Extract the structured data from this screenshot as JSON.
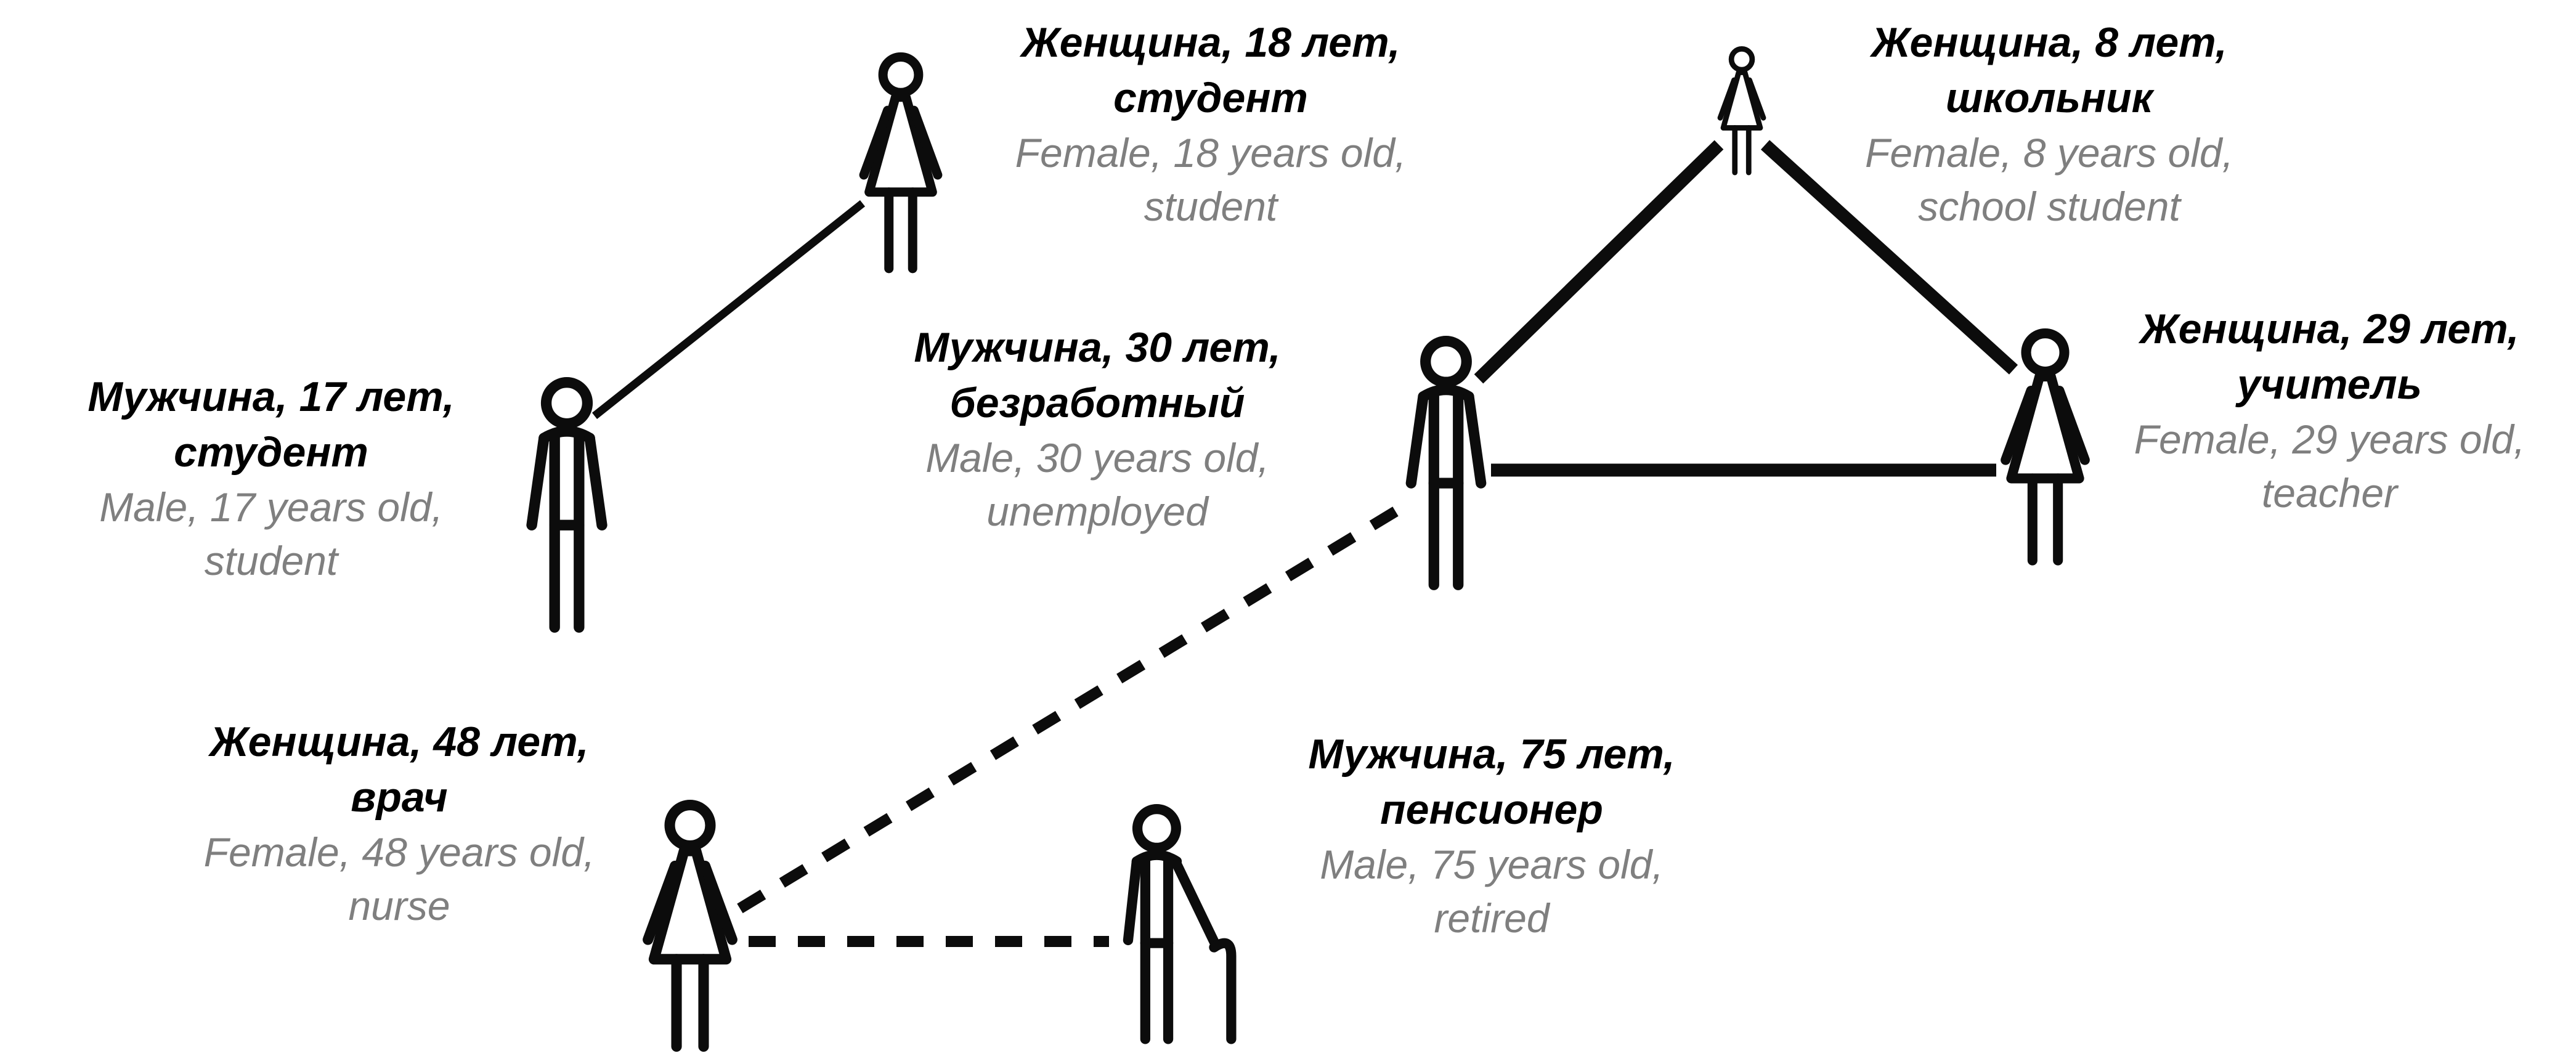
{
  "people": [
    {
      "id": "female-18",
      "ru1": "Женщина, 18 лет,",
      "ru2": "студент",
      "en1": "Female, 18 years old,",
      "en2": "student"
    },
    {
      "id": "male-17",
      "ru1": "Мужчина, 17 лет,",
      "ru2": "студент",
      "en1": "Male, 17 years old,",
      "en2": "student"
    },
    {
      "id": "male-30",
      "ru1": "Мужчина, 30 лет,",
      "ru2": "безработный",
      "en1": "Male, 30 years old,",
      "en2": "unemployed"
    },
    {
      "id": "female-8",
      "ru1": "Женщина, 8 лет,",
      "ru2": "школьник",
      "en1": "Female, 8 years old,",
      "en2": "school student"
    },
    {
      "id": "female-29",
      "ru1": "Женщина, 29 лет,",
      "ru2": "учитель",
      "en1": "Female, 29 years old,",
      "en2": "teacher"
    },
    {
      "id": "female-48",
      "ru1": "Женщина, 48 лет,",
      "ru2": "врач",
      "en1": "Female, 48 years old,",
      "en2": "nurse"
    },
    {
      "id": "male-75",
      "ru1": "Мужчина, 75 лет,",
      "ru2": "пенсионер",
      "en1": "Male, 75 years old,",
      "en2": "retired"
    }
  ],
  "edges": {
    "solid": [
      [
        "male-17",
        "female-18"
      ],
      [
        "male-30",
        "female-8"
      ],
      [
        "female-8",
        "female-29"
      ],
      [
        "male-30",
        "female-29"
      ]
    ],
    "dashed": [
      [
        "male-30",
        "female-48"
      ],
      [
        "female-48",
        "male-75"
      ]
    ]
  },
  "colors": {
    "figure": "#0c0c0c",
    "label_ru": "#000000",
    "label_en": "#7f7f7f",
    "background": "#ffffff"
  }
}
